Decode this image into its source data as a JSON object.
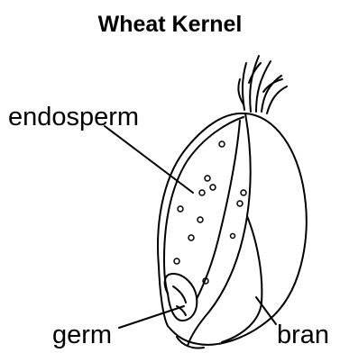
{
  "diagram": {
    "title": "Wheat Kernel",
    "labels": {
      "endosperm": "endosperm",
      "germ": "germ",
      "bran": "bran"
    },
    "colors": {
      "stroke": "#000000",
      "fill": "#ffffff"
    }
  }
}
